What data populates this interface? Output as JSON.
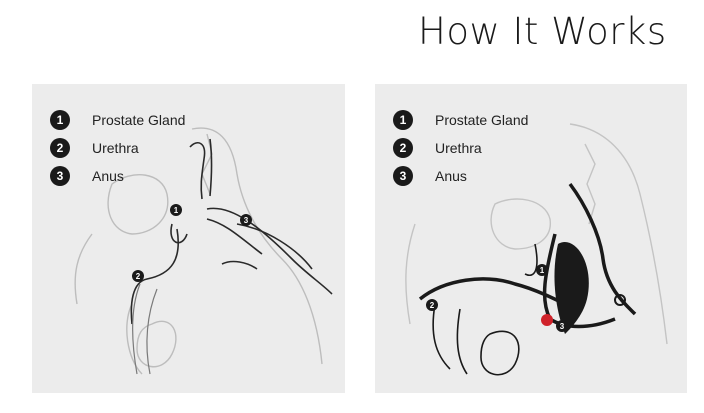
{
  "page": {
    "title": "How It Works"
  },
  "legend": [
    {
      "num": "1",
      "label": "Prostate Gland"
    },
    {
      "num": "2",
      "label": "Urethra"
    },
    {
      "num": "3",
      "label": "Anus"
    }
  ],
  "markers": {
    "one": "1",
    "two": "2",
    "three": "3"
  },
  "colors": {
    "panel_bg": "#ececec",
    "ink": "#1a1a1a",
    "accent": "#d0222a"
  }
}
